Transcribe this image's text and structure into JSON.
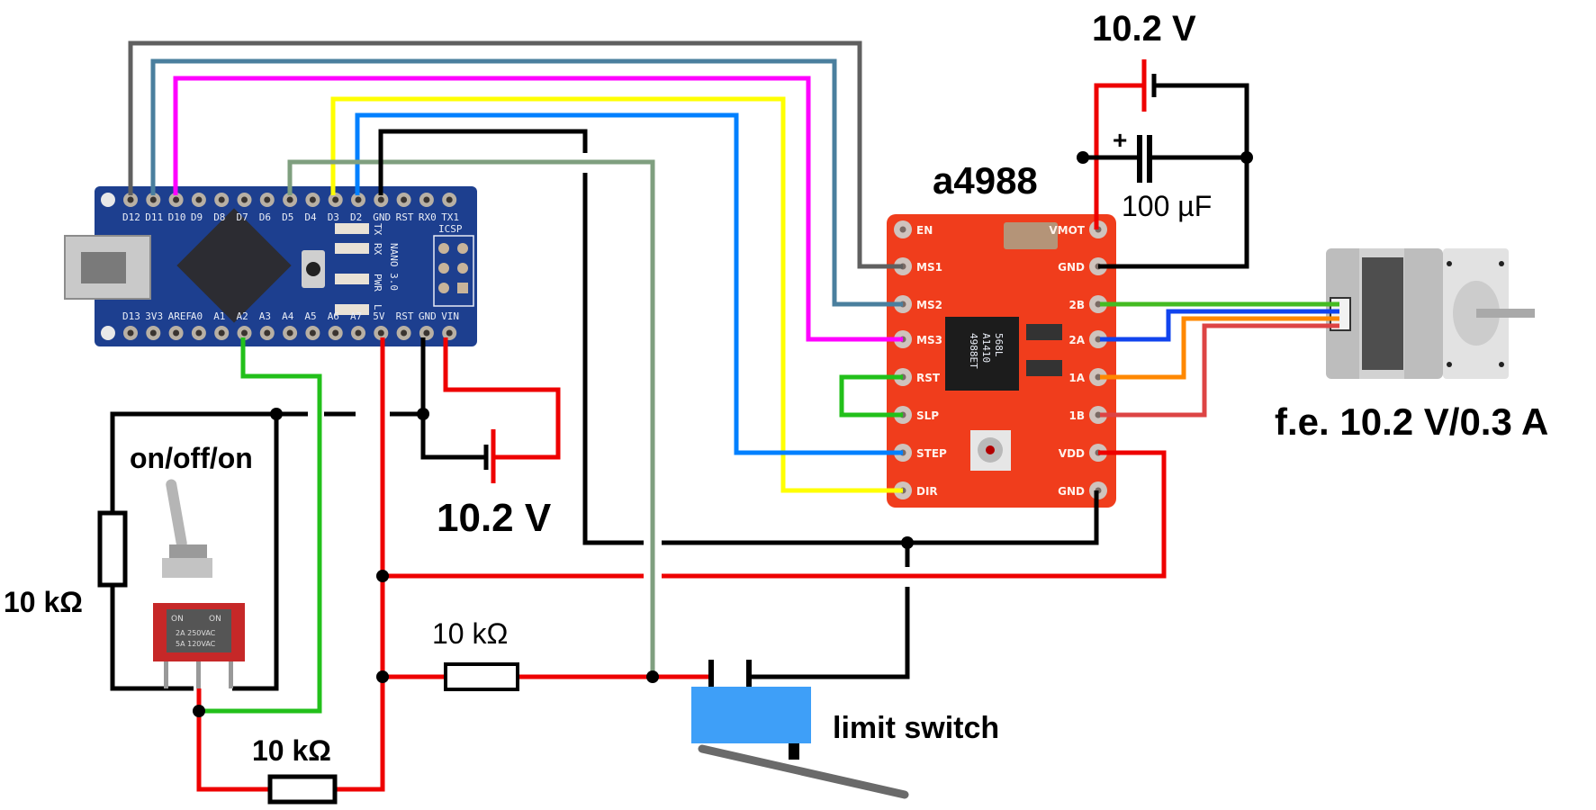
{
  "diagram": {
    "title": "Arduino Nano + A4988 stepper driver wiring with limit switch and on/off/on switch",
    "colors": {
      "wire_gray": "#606060",
      "wire_steelblue": "#4a7f9e",
      "wire_magenta": "#ff00ff",
      "wire_yellow": "#ffff00",
      "wire_blue": "#0080ff",
      "wire_black": "#000000",
      "wire_sage": "#7f9f7f",
      "wire_green": "#22c01a",
      "wire_red": "#ee0000",
      "motor_green": "#44bb22",
      "motor_blue": "#1144ee",
      "motor_orange": "#ff8800",
      "motor_red": "#dd4444",
      "arduino_pcb": "#1d3f8f",
      "a4988_pcb": "#f03d1c",
      "limit_switch": "#3e9ff8"
    },
    "arduino": {
      "name": "Arduino Nano 3.0",
      "board_label": "NANO 3.0",
      "top_pins": [
        "D12",
        "D11",
        "D10",
        "D9",
        "D8",
        "D7",
        "D6",
        "D5",
        "D4",
        "D3",
        "D2",
        "GND",
        "RST",
        "RX0",
        "TX1"
      ],
      "bottom_pins": [
        "D13",
        "3V3",
        "AREF",
        "A0",
        "A1",
        "A2",
        "A3",
        "A4",
        "A5",
        "A6",
        "A7",
        "5V",
        "RST",
        "GND",
        "VIN"
      ],
      "led_labels": [
        "TX",
        "RX",
        "PWR",
        "L"
      ],
      "icsp_label": "ICSP"
    },
    "a4988": {
      "title": "a4988",
      "left_pins": [
        "EN",
        "MS1",
        "MS2",
        "MS3",
        "RST",
        "SLP",
        "STEP",
        "DIR"
      ],
      "right_pins": [
        "VMOT",
        "GND",
        "2B",
        "2A",
        "1A",
        "1B",
        "VDD",
        "GND"
      ],
      "chip_text": [
        "4988ET",
        "A1410",
        "568L"
      ]
    },
    "labels": {
      "motor_supply": "10.2 V",
      "capacitor": "100 µF",
      "capacitor_polarity": "+",
      "arduino_supply": "10.2 V",
      "motor": "f.e. 10.2 V/0.3 A",
      "toggle_switch": "on/off/on",
      "resistor_left": "10 kΩ",
      "resistor_bottom": "10 kΩ",
      "resistor_limit": "10 kΩ",
      "limit_switch": "limit switch"
    },
    "toggle_switch": {
      "markings": [
        "ON",
        "ON",
        "2A 250VAC",
        "5A 120VAC"
      ]
    }
  }
}
